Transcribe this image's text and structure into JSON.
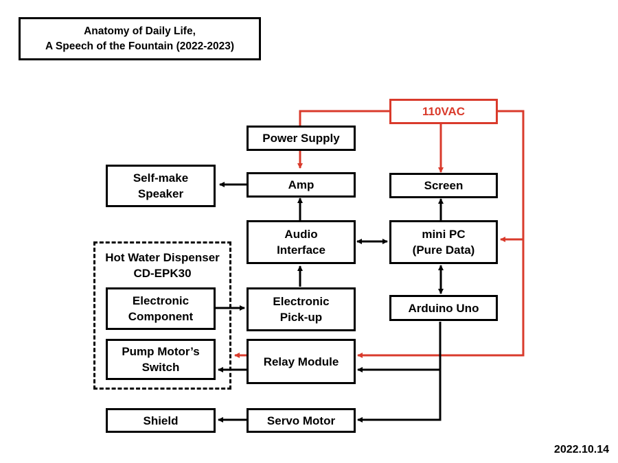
{
  "title": {
    "line1": "Anatomy of Daily Life,",
    "line2": "A Speech of the Fountain (2022-2023)"
  },
  "group": {
    "label": "Hot Water Dispenser\nCD-EPK30"
  },
  "nodes": {
    "vac": "110VAC",
    "power_supply": "Power Supply",
    "amp": "Amp",
    "speaker": "Self-make\nSpeaker",
    "screen": "Screen",
    "audio_interface": "Audio\nInterface",
    "mini_pc": "mini PC\n(Pure Data)",
    "electronic_component": "Electronic\nComponent",
    "pickup": "Electronic\nPick-up",
    "arduino": "Arduino Uno",
    "pump_switch": "Pump Motor’s\nSwitch",
    "relay": "Relay Module",
    "shield": "Shield",
    "servo": "Servo Motor"
  },
  "date": "2022.10.14",
  "colors": {
    "power_line": "#d93a2b",
    "signal_line": "#000000"
  }
}
